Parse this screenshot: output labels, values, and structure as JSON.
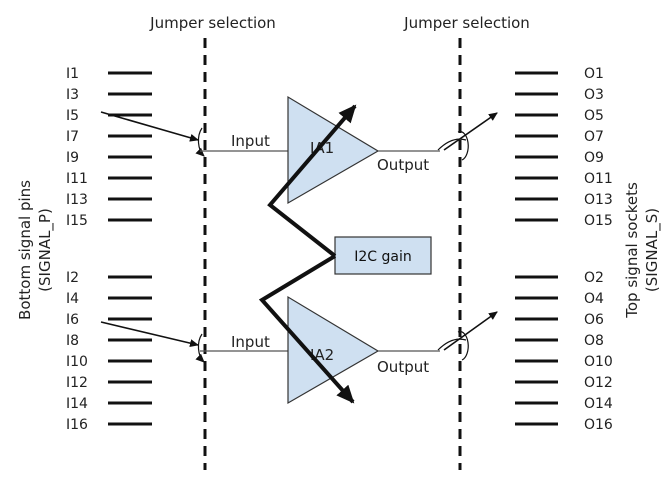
{
  "header": {
    "left_jumper": "Jumper selection",
    "right_jumper": "Jumper selection"
  },
  "side_labels": {
    "left_line1": "Bottom signal pins",
    "left_line2": "(SIGNAL_P)",
    "right_line1": "Top signal sockets",
    "right_line2": "(SIGNAL_S)"
  },
  "pins": {
    "left_top": [
      "I1",
      "I3",
      "I5",
      "I7",
      "I9",
      "I11",
      "I13",
      "I15"
    ],
    "left_bottom": [
      "I2",
      "I4",
      "I6",
      "I8",
      "I10",
      "I12",
      "I14",
      "I16"
    ],
    "right_top": [
      "O1",
      "O3",
      "O5",
      "O7",
      "O9",
      "O11",
      "O13",
      "O15"
    ],
    "right_bottom": [
      "O2",
      "O4",
      "O6",
      "O8",
      "O10",
      "O12",
      "O14",
      "O16"
    ]
  },
  "amplifiers": {
    "top": {
      "name": "IA1",
      "input": "Input",
      "output": "Output"
    },
    "bottom": {
      "name": "IA2",
      "input": "Input",
      "output": "Output"
    }
  },
  "gain_box": {
    "label": "I2C gain"
  },
  "colors": {
    "amp_fill": "#cfe0f1",
    "amp_stroke": "#333333",
    "line": "#111111",
    "text": "#222222"
  }
}
